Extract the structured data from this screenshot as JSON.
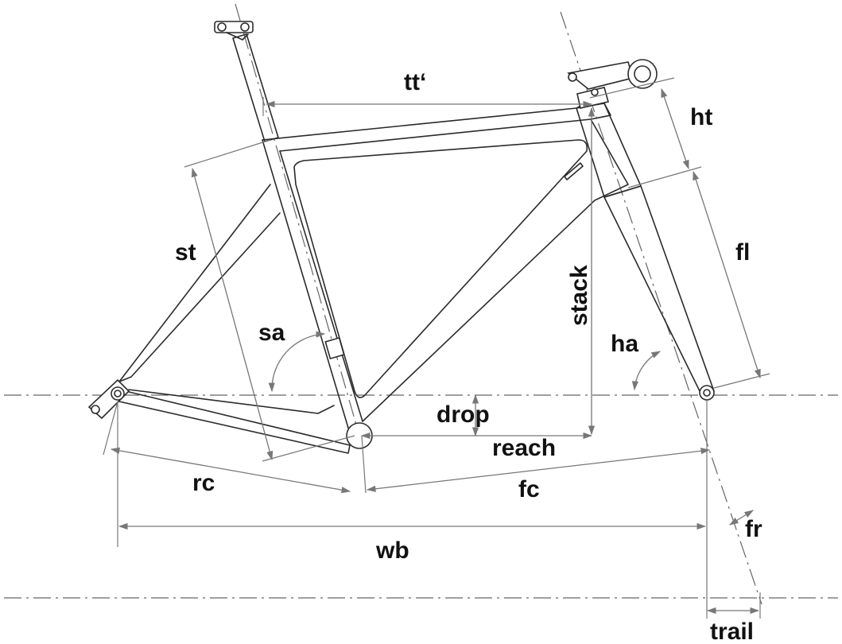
{
  "labels": {
    "tt": "tt‘",
    "ht": "ht",
    "st": "st",
    "fl": "fl",
    "stack": "stack",
    "sa": "sa",
    "ha": "ha",
    "drop": "drop",
    "reach": "reach",
    "rc": "rc",
    "fc": "fc",
    "fr": "fr",
    "wb": "wb",
    "trail": "trail"
  },
  "colors": {
    "line": "#2b2b2b",
    "dimension": "#777777",
    "text": "#111111"
  }
}
